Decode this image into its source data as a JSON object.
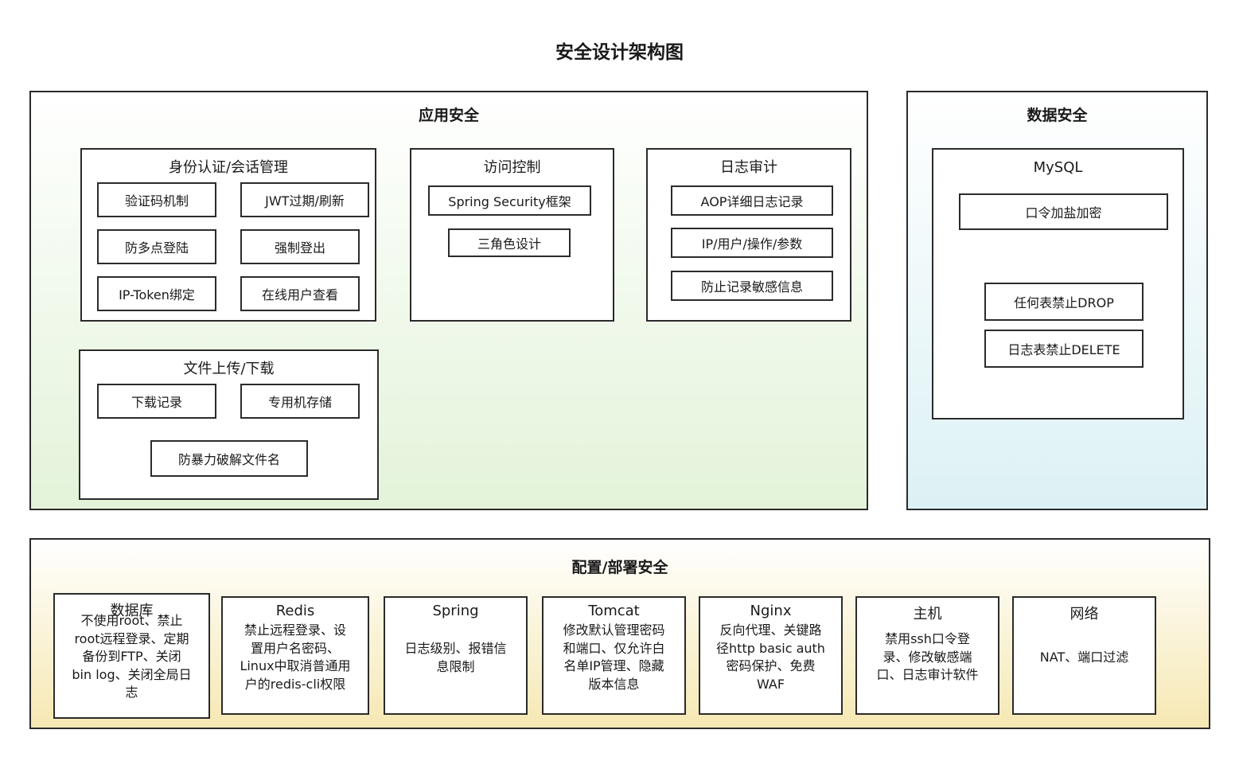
{
  "title": "安全设计架构图",
  "app_security": {
    "label": "应用安全",
    "auth": {
      "label": "身份认证/会话管理",
      "items": [
        "验证码机制",
        "JWT过期/刷新",
        "防多点登陆",
        "强制登出",
        "IP-Token绑定",
        "在线用户查看"
      ]
    },
    "access": {
      "label": "访问控制",
      "items": [
        "Spring Security框架",
        "三角色设计"
      ]
    },
    "audit": {
      "label": "日志审计",
      "items": [
        "AOP详细日志记录",
        "IP/用户/操作/参数",
        "防止记录敏感信息"
      ]
    },
    "file": {
      "label": "文件上传/下载",
      "items": [
        "下载记录",
        "专用机存储",
        "防暴力破解文件名"
      ]
    }
  },
  "data_security": {
    "label": "数据安全",
    "mysql": {
      "label": "MySQL",
      "items": [
        "口令加盐加密",
        "任何表禁止DROP",
        "日志表禁止DELETE"
      ]
    }
  },
  "deploy_security": {
    "label": "配置/部署安全",
    "boxes": [
      {
        "title": "数据库",
        "body": [
          "不使用root、禁止",
          "root远程登录、定期",
          "备份到FTP、关闭",
          "bin log、关闭全局日",
          "志"
        ]
      },
      {
        "title": "Redis",
        "body": [
          "禁止远程登录、设",
          "置用户名密码、",
          "Linux中取消普通用",
          "户的redis-cli权限"
        ]
      },
      {
        "title": "Spring",
        "body": [
          "日志级别、报错信",
          "息限制"
        ]
      },
      {
        "title": "Tomcat",
        "body": [
          "修改默认管理密码",
          "和端口、仅允许白",
          "名单IP管理、隐藏",
          "版本信息"
        ]
      },
      {
        "title": "Nginx",
        "body": [
          "反向代理、关键路",
          "径http basic auth",
          "密码保护、免费",
          "WAF"
        ]
      },
      {
        "title": "主机",
        "body": [
          "禁用ssh口令登",
          "录、修改敏感端",
          "口、日志审计软件"
        ]
      },
      {
        "title": "网络",
        "body": [
          "NAT、端口过滤"
        ]
      }
    ]
  }
}
